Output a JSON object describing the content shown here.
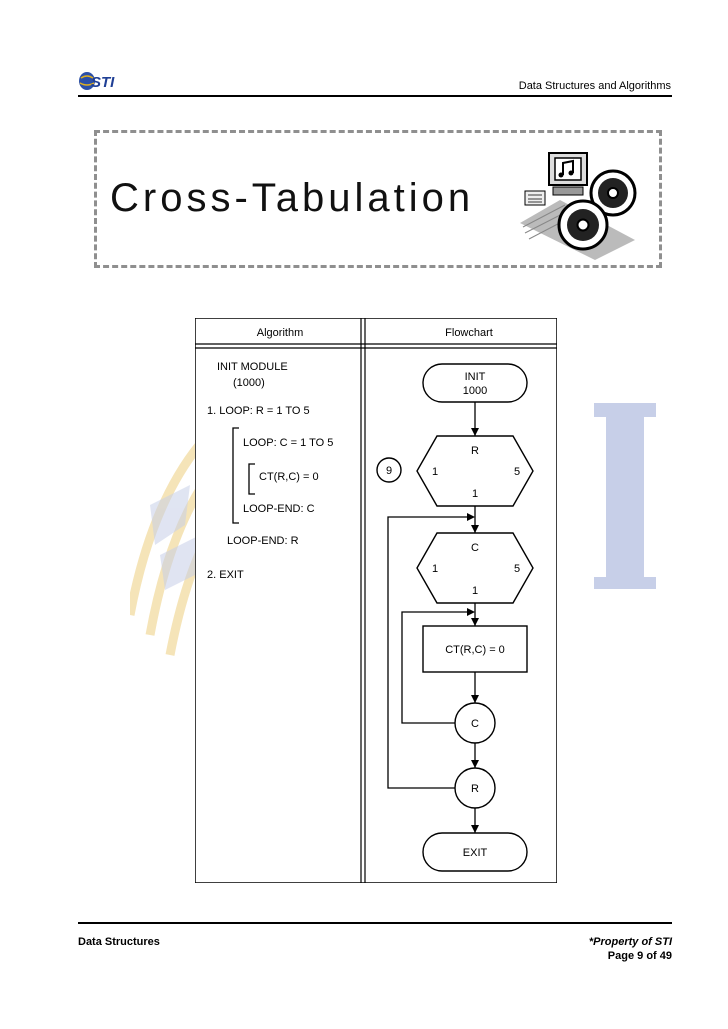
{
  "header": {
    "logo_text": "STI",
    "title": "Data Structures and Algorithms"
  },
  "slide": {
    "title": "Cross-Tabulation"
  },
  "figure": {
    "algorithm_header": "Algorithm",
    "flowchart_header": "Flowchart",
    "algorithm_lines": {
      "init_module": "INIT MODULE",
      "init_number": "(1000)",
      "step1": "1.  LOOP: R = 1 TO 5",
      "inner_loop": "LOOP: C = 1 TO 5",
      "body": "CT(R,C) = 0",
      "inner_end": "LOOP-END: C",
      "outer_end": "LOOP-END: R",
      "step2": "2.  EXIT"
    },
    "flowchart_nodes": {
      "init_line1": "INIT",
      "init_line2": "1000",
      "connector": "9",
      "outer_var": "R",
      "outer_start": "1",
      "outer_end": "5",
      "outer_step": "1",
      "inner_var": "C",
      "inner_start": "1",
      "inner_end": "5",
      "inner_step": "1",
      "process": "CT(R,C) = 0",
      "inner_circle": "C",
      "outer_circle": "R",
      "exit": "EXIT"
    }
  },
  "footer": {
    "left": "Data Structures",
    "right": "*Property of STI",
    "page": "Page 9 of 49"
  },
  "colors": {
    "watermark_gold": "#f5e4b8",
    "watermark_blue": "#c7cfe8",
    "dash_border": "#8f8f8f"
  }
}
